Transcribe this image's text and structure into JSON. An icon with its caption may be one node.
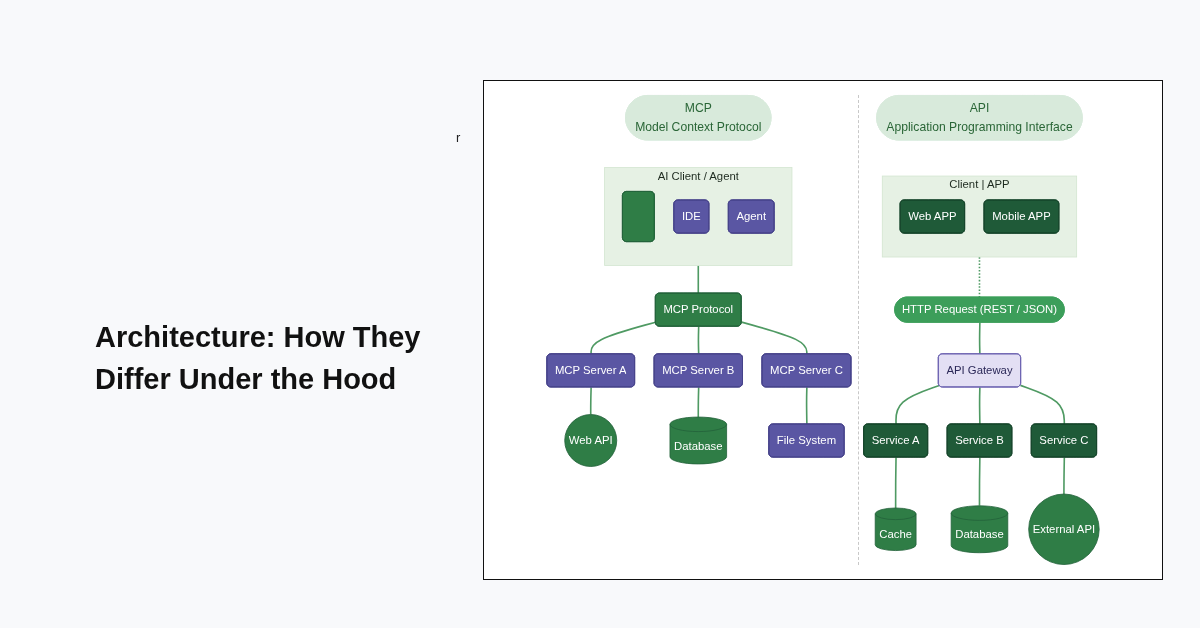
{
  "diagram": {
    "title": "Architecture: How They Differ Under the Hood",
    "nodes": [
      {
        "text": [
          "MCP",
          "Model Context Protocol"
        ]
      },
      {
        "text": [
          "AI Client / Agent"
        ]
      },
      {
        "text": [],
        "shape": "box",
        "in": 1
      },
      {
        "text": [
          "IDE"
        ],
        "in": 1
      },
      {
        "text": [
          "Agent"
        ],
        "in": 1
      },
      {
        "text": [
          "MCP Protocol"
        ]
      },
      {
        "text": [
          "MCP Server A"
        ]
      },
      {
        "text": [
          "MCP Server B"
        ]
      },
      {
        "text": [
          "MCP Server C"
        ]
      },
      {
        "text": [
          "Web API"
        ]
      },
      {
        "text": [
          "Database"
        ]
      },
      {
        "text": [
          "File System"
        ]
      },
      {
        "text": [
          "API",
          "Application Programming Interface"
        ]
      },
      {
        "text": [
          "Client | APP"
        ]
      },
      {
        "text": [
          "Web APP"
        ],
        "in": 13
      },
      {
        "text": [
          "Mobile APP"
        ],
        "in": 13
      },
      {
        "text": [
          "HTTP Request (REST / JSON)"
        ]
      },
      {
        "text": [
          "API Gateway"
        ]
      },
      {
        "text": [
          "Service A"
        ]
      },
      {
        "text": [
          "Service B"
        ]
      },
      {
        "text": [
          "Service C"
        ]
      },
      {
        "text": [
          "Cache"
        ]
      },
      {
        "text": [
          "Database"
        ]
      },
      {
        "text": [
          "External API"
        ]
      }
    ],
    "edges": [
      {
        "from": 1,
        "to": 5,
        "arrow": "none"
      },
      {
        "from": 5,
        "to": 6,
        "arrow": "none"
      },
      {
        "from": 5,
        "to": 7,
        "arrow": "none"
      },
      {
        "from": 5,
        "to": 8,
        "arrow": "none"
      },
      {
        "from": 6,
        "to": 9,
        "arrow": "none"
      },
      {
        "from": 7,
        "to": 10,
        "arrow": "none"
      },
      {
        "from": 8,
        "to": 11,
        "arrow": "none"
      },
      {
        "from": 13,
        "to": 16,
        "arrow": "none",
        "style": "dashed"
      },
      {
        "from": 16,
        "to": 17,
        "arrow": "none"
      },
      {
        "from": 17,
        "to": 18,
        "arrow": "none"
      },
      {
        "from": 17,
        "to": 19,
        "arrow": "none"
      },
      {
        "from": 17,
        "to": 20,
        "arrow": "none"
      },
      {
        "from": 18,
        "to": 21,
        "arrow": "none"
      },
      {
        "from": 19,
        "to": 22,
        "arrow": "none"
      },
      {
        "from": 20,
        "to": 23,
        "arrow": "none"
      }
    ],
    "labels": [
      "r"
    ]
  }
}
